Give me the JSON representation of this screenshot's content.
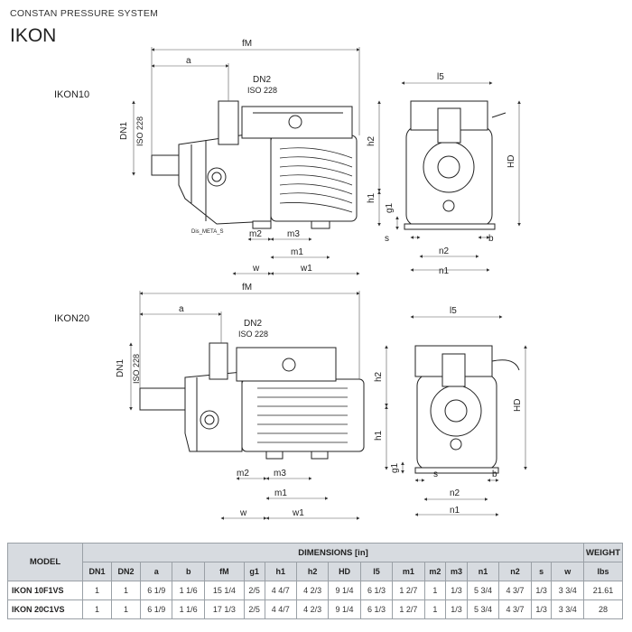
{
  "header": {
    "subtitle": "CONSTAN PRESSURE SYSTEM",
    "title": "IKON"
  },
  "drawing_top": {
    "model_label": "IKON10",
    "dims": {
      "fM": "fM",
      "a": "a",
      "DN2": "DN2",
      "iso_a": "ISO 228",
      "DN1": "DN1",
      "iso_b": "ISO 228",
      "l5": "l5",
      "h2": "h2",
      "HD": "HD",
      "h1": "h1",
      "g1": "g1",
      "s": "s",
      "b": "b",
      "n2": "n2",
      "n1": "n1",
      "m2": "m2",
      "m3": "m3",
      "m1": "m1",
      "w": "w",
      "w1": "w1",
      "tag": "Dis_META_S"
    }
  },
  "drawing_bottom": {
    "model_label": "IKON20",
    "dims": {
      "fM": "fM",
      "a": "a",
      "DN2": "DN2",
      "iso_a": "ISO 228",
      "DN1": "DN1",
      "iso_b": "ISO 228",
      "l5": "l5",
      "h2": "h2",
      "HD": "HD",
      "h1": "h1",
      "g1": "g1",
      "s": "s",
      "b": "b",
      "n2": "n2",
      "n1": "n1",
      "m2": "m2",
      "m3": "m3",
      "m1": "m1",
      "w": "w",
      "w1": "w1"
    }
  },
  "table": {
    "model_header": "MODEL",
    "dimensions_header": "DIMENSIONS [in]",
    "weight_header": "WEIGHT",
    "columns": [
      "DN1",
      "DN2",
      "a",
      "b",
      "fM",
      "g1",
      "h1",
      "h2",
      "HD",
      "l5",
      "m1",
      "m2",
      "m3",
      "n1",
      "n2",
      "s",
      "w"
    ],
    "weight_unit": "lbs",
    "rows": [
      {
        "model": "IKON 10F1VS",
        "values": [
          "1",
          "1",
          "6 1/9",
          "1 1/6",
          "15 1/4",
          "2/5",
          "4 4/7",
          "4 2/3",
          "9 1/4",
          "6 1/3",
          "1 2/7",
          "1",
          "1/3",
          "5 3/4",
          "4 3/7",
          "1/3",
          "3 3/4"
        ],
        "weight": "21.61"
      },
      {
        "model": "IKON 20C1VS",
        "values": [
          "1",
          "1",
          "6 1/9",
          "1 1/6",
          "17 1/3",
          "2/5",
          "4 4/7",
          "4 2/3",
          "9 1/4",
          "6 1/3",
          "1 2/7",
          "1",
          "1/3",
          "5 3/4",
          "4 3/7",
          "1/3",
          "3 3/4"
        ],
        "weight": "28"
      }
    ]
  }
}
